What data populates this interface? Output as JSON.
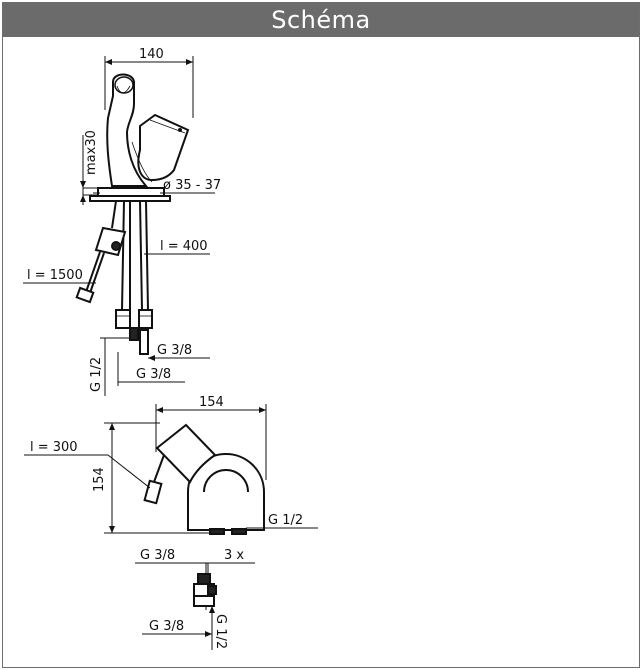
{
  "header": {
    "title": "Schéma"
  },
  "labels": {
    "width_top": "140",
    "max_height": "max30",
    "hole_diameter": "ø 35 - 37",
    "hose_length_1": "l = 400",
    "hose_length_2": "l = 1500",
    "thread_inlet": "G 1/2",
    "thread_a": "G 3/8",
    "thread_b": "G 3/8",
    "top_width": "154",
    "top_depth": "154",
    "sensor_cable": "l = 300",
    "top_thread": "G 1/2",
    "fitting_g38_top": "G 3/8",
    "fitting_count": "3 x",
    "fitting_g38_bottom": "G 3/8",
    "fitting_g12": "G 1/2"
  },
  "colors": {
    "header_bg": "#6b6b6b",
    "header_text": "#ffffff",
    "line": "#111111"
  }
}
